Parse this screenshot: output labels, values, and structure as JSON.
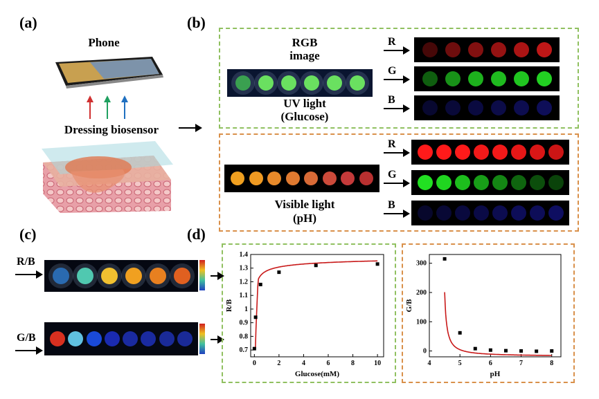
{
  "panels": {
    "a": "(a)",
    "b": "(b)",
    "c": "(c)",
    "d": "(d)"
  },
  "panel_a": {
    "phone_label": "Phone",
    "sensor_label": "Dressing biosensor",
    "arrow_colors": [
      "#d03030",
      "#20a060",
      "#2070c0"
    ]
  },
  "panel_b": {
    "glucose": {
      "rgb_label_line1": "RGB",
      "rgb_label_line2": "image",
      "light_line1": "UV light",
      "light_line2": "(Glucose)",
      "wells_count": 6,
      "channels": [
        "R",
        "G",
        "B"
      ],
      "channel_colors": [
        "#c81818",
        "#22d022",
        "#1a1aa0"
      ],
      "channel_intensities": [
        [
          0.35,
          0.55,
          0.65,
          0.75,
          0.85,
          0.95
        ],
        [
          0.45,
          0.7,
          0.85,
          0.9,
          0.95,
          1.0
        ],
        [
          0.3,
          0.35,
          0.4,
          0.45,
          0.5,
          0.55
        ]
      ]
    },
    "ph": {
      "light_line1": "Visible light",
      "light_line2": "(pH)",
      "wells_count": 8,
      "well_colors": [
        "#f0a020",
        "#f09a22",
        "#e88a2a",
        "#e07a30",
        "#d86a36",
        "#cc4a3a",
        "#c43a3a",
        "#b83030"
      ],
      "channels": [
        "R",
        "G",
        "B"
      ],
      "channel_colors": [
        "#ff1a1a",
        "#22e022",
        "#1a1ab0"
      ],
      "channel_intensities": [
        [
          1.0,
          1.0,
          1.0,
          0.95,
          0.95,
          0.9,
          0.85,
          0.8
        ],
        [
          1.0,
          0.95,
          0.85,
          0.7,
          0.6,
          0.45,
          0.35,
          0.3
        ],
        [
          0.25,
          0.3,
          0.35,
          0.4,
          0.45,
          0.5,
          0.5,
          0.55
        ]
      ]
    }
  },
  "panel_c": {
    "rb_label": "R/B",
    "gb_label": "G/B",
    "rb_colors": [
      "#2a6ab0",
      "#50c8b0",
      "#f0c030",
      "#f0a020",
      "#e88020",
      "#e06020"
    ],
    "gb_colors": [
      "#d83020",
      "#60c0e0",
      "#1a4ad8",
      "#1a2ab0",
      "#1a2aa0",
      "#1a2aa0",
      "#1a2a98",
      "#1a2a98"
    ]
  },
  "chart_data": [
    {
      "type": "scatter",
      "title": "",
      "xlabel": "Glucose(mM)",
      "ylabel": "R/B",
      "xlim": [
        -0.3,
        10.5
      ],
      "ylim": [
        0.65,
        1.4
      ],
      "xticks": [
        0,
        2,
        4,
        6,
        8,
        10
      ],
      "yticks": [
        0.7,
        0.8,
        0.9,
        1.0,
        1.1,
        1.2,
        1.3,
        1.4
      ],
      "points": [
        {
          "x": 0,
          "y": 0.71
        },
        {
          "x": 0.1,
          "y": 0.94
        },
        {
          "x": 0.5,
          "y": 1.18
        },
        {
          "x": 2,
          "y": 1.27
        },
        {
          "x": 5,
          "y": 1.32
        },
        {
          "x": 10,
          "y": 1.33
        }
      ],
      "fit_color": "#c81818"
    },
    {
      "type": "scatter",
      "title": "",
      "xlabel": "pH",
      "ylabel": "G/B",
      "xlim": [
        4,
        8.3
      ],
      "ylim": [
        -20,
        330
      ],
      "xticks": [
        4,
        5,
        6,
        7,
        8
      ],
      "yticks": [
        0,
        100,
        200,
        300
      ],
      "points": [
        {
          "x": 4.5,
          "y": 315
        },
        {
          "x": 5,
          "y": 62
        },
        {
          "x": 5.5,
          "y": 8
        },
        {
          "x": 6,
          "y": 3
        },
        {
          "x": 6.5,
          "y": 1
        },
        {
          "x": 7,
          "y": 0
        },
        {
          "x": 7.5,
          "y": -1
        },
        {
          "x": 8,
          "y": 0
        }
      ],
      "fit_color": "#c81818"
    }
  ]
}
